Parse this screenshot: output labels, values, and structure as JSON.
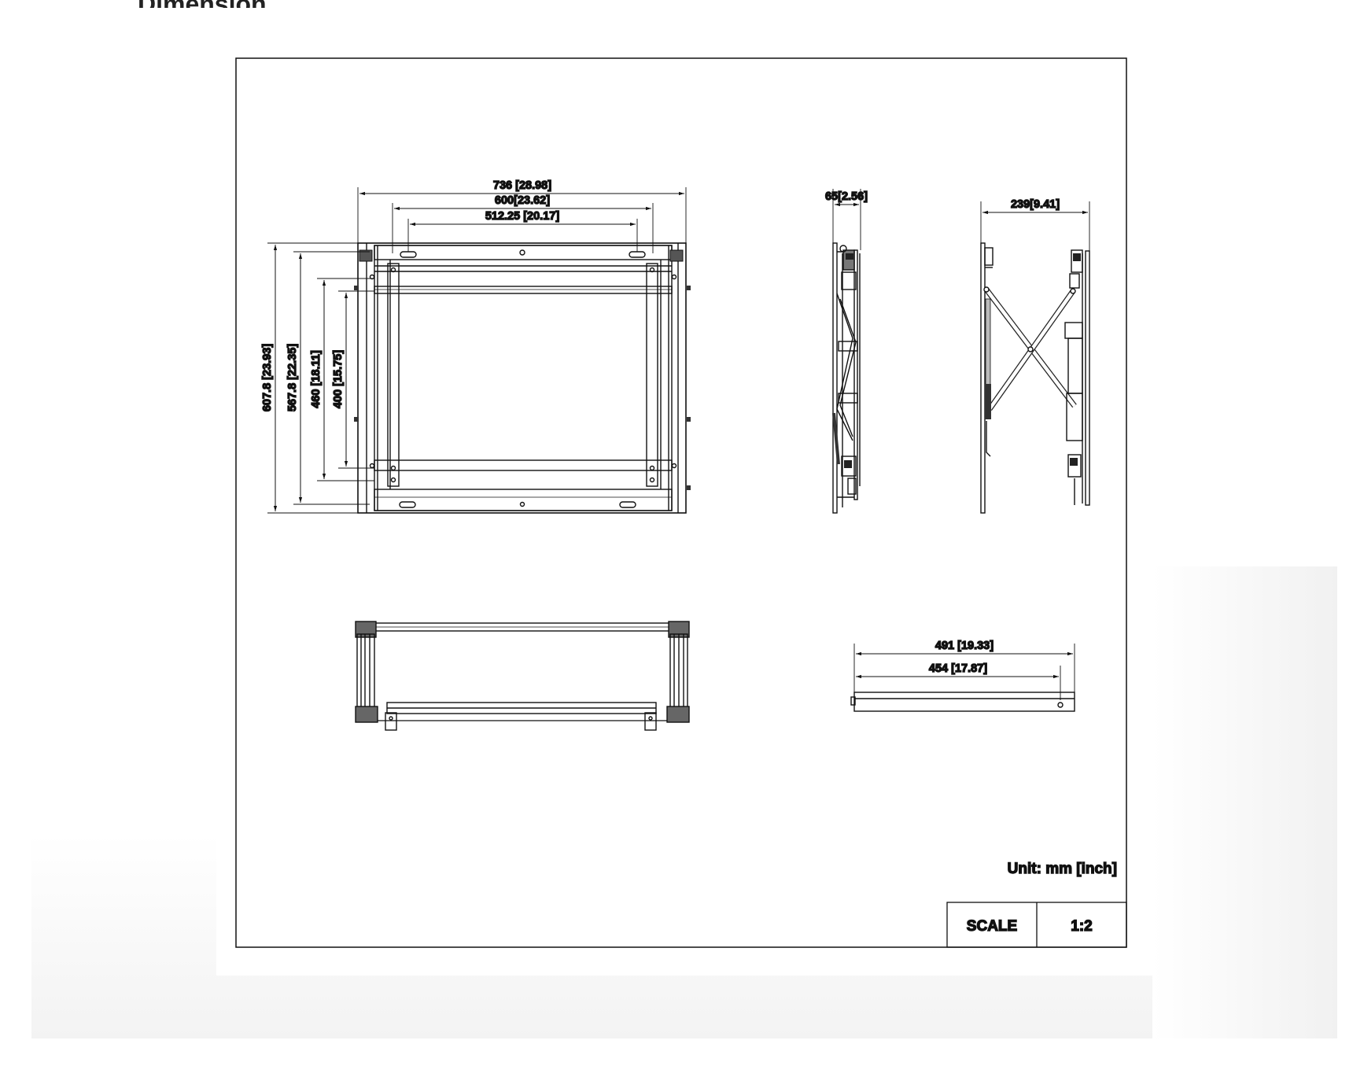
{
  "page": {
    "title": "Dimension"
  },
  "front_view": {
    "dim_total_width": "736 [28.98]",
    "dim_width_600": "600[23.62]",
    "dim_width_512": "512.25 [20.17]",
    "dim_height_607": "607.8 [23.93]",
    "dim_height_567": "567.8 [22.35]",
    "dim_height_460": "460 [18.11]",
    "dim_height_400": "400 [15.75]"
  },
  "side_view_closed": {
    "dim_depth": "65[2.56]"
  },
  "side_view_open": {
    "dim_depth": "239[9.41]"
  },
  "bottom_detail": {
    "dim_491": "491 [19.33]",
    "dim_454": "454 [17.87]"
  },
  "title_block": {
    "unit_note": "Unit: mm [inch]",
    "scale_label": "SCALE",
    "scale_value": "1:2"
  }
}
